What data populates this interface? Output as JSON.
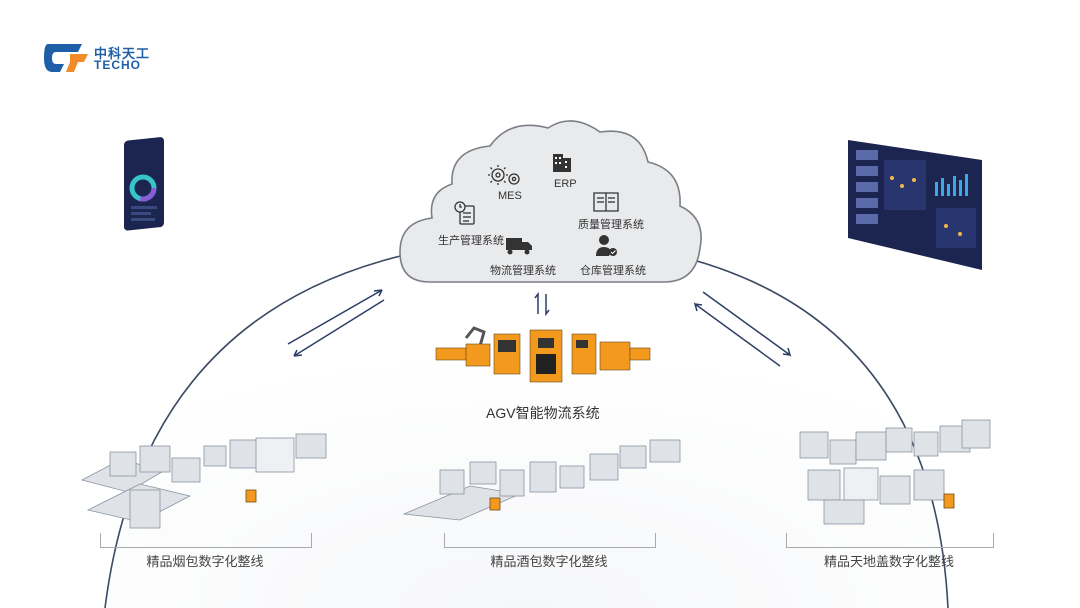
{
  "brand": {
    "name_cn": "中科天工",
    "name_en": "TECHO",
    "color": "#1f5fa8",
    "accent": "#f28c28"
  },
  "cloud": {
    "items": {
      "mes": "MES",
      "erp": "ERP",
      "production": "生产管理系统",
      "quality": "质量管理系统",
      "logistics": "物流管理系统",
      "warehouse": "仓库管理系统"
    }
  },
  "agv": {
    "label": "AGV智能物流系统"
  },
  "lines": [
    {
      "label": "精品烟包数字化整线"
    },
    {
      "label": "精品酒包数字化整线"
    },
    {
      "label": "精品天地盖数字化整线"
    }
  ],
  "colors": {
    "cloud_fill": "#e9eaec",
    "cloud_stroke": "#7b7f86",
    "arc": "#3c4a63",
    "arrow": "#2c3e66",
    "agv_orange": "#f39a1e",
    "machine": "#dfe3e8",
    "dashboard_bg": "#1b2550"
  }
}
